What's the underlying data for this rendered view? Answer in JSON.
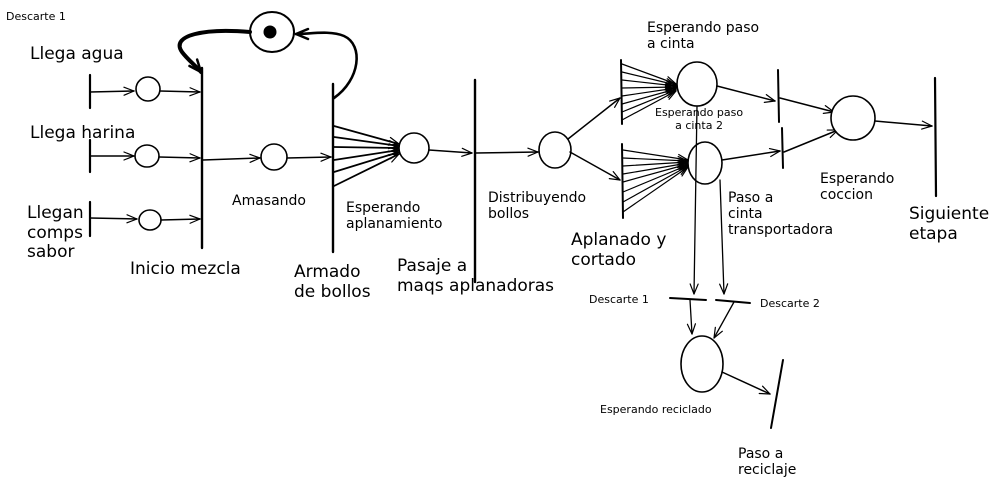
{
  "labels": {
    "descarte_corner": "Descarte 1",
    "llega_agua": "Llega agua",
    "llega_harina": "Llega harina",
    "llegan_comps": "Llegan\ncomps\nsabor",
    "inicio_mezcla": "Inicio mezcla",
    "amasando": "Amasando",
    "armado_bollos": "Armado\nde bollos",
    "esperando_aplanamiento": "Esperando\naplanamiento",
    "pasaje_maqs": "Pasaje a\nmaqs aplanadoras",
    "distribuyendo": "Distribuyendo\nbollos",
    "aplanado_cortado": "Aplanado y\ncortado",
    "esperando_cinta_1": "Esperando paso\na cinta",
    "esperando_cinta_2": "Esperando paso\na cinta 2",
    "paso_cinta": "Paso a\ncinta\ntransportadora",
    "esperando_coccion": "Esperando\ncoccion",
    "siguiente_etapa": "Siguiente\netapa",
    "descarte_1": "Descarte 1",
    "descarte_2": "Descarte 2",
    "esperando_reciclado": "Esperando reciclado",
    "paso_reciclaje": "Paso a\nreciclaje"
  },
  "token": {
    "count": 1
  }
}
